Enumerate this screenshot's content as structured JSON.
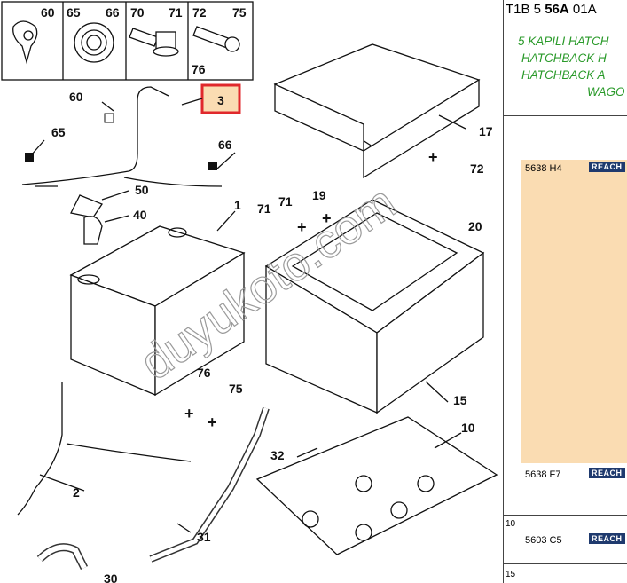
{
  "diagram": {
    "inset_labels": [
      "60",
      "65",
      "66",
      "70",
      "71",
      "72",
      "75",
      "76"
    ],
    "callouts": [
      "60",
      "65",
      "66",
      "50",
      "40",
      "1",
      "3",
      "17",
      "72",
      "71",
      "71",
      "19",
      "20",
      "76",
      "75",
      "2",
      "32",
      "31",
      "10",
      "15",
      "30"
    ],
    "highlighted_callout": "3",
    "watermark": "duyukoto.com",
    "colors": {
      "highlight_border": "#e0282c",
      "highlight_fill": "#fadcb2"
    }
  },
  "panel": {
    "header_prefix": "T1B 5",
    "header_bold": "56A",
    "header_suffix": "01A",
    "description_lines": [
      "5 KAPILI HATCH",
      "HATCHBACK H",
      "HATCHBACK A",
      "WAGO"
    ],
    "rows": [
      {
        "num": "",
        "part": "5638 H4",
        "badge": "REACH"
      },
      {
        "num": "",
        "part": "5638 F7",
        "badge": "REACH"
      },
      {
        "num": "10",
        "part": "5603 C5",
        "badge": "REACH"
      },
      {
        "num": "15",
        "part": "",
        "badge": ""
      }
    ],
    "colors": {
      "description": "#2a9a2a",
      "badge_bg": "#1f3a6e"
    }
  }
}
